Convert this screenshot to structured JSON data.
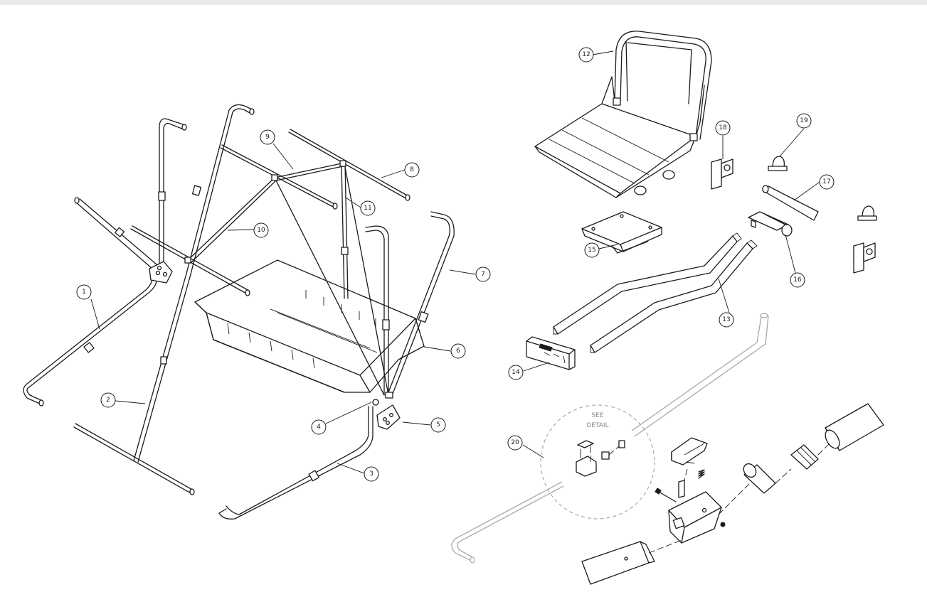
{
  "detail": {
    "line1": "SEE",
    "line2": "DETAIL"
  },
  "callouts": [
    {
      "id": "1",
      "label": "1"
    },
    {
      "id": "2",
      "label": "2"
    },
    {
      "id": "3",
      "label": "3"
    },
    {
      "id": "4",
      "label": "4"
    },
    {
      "id": "5",
      "label": "5"
    },
    {
      "id": "6",
      "label": "6"
    },
    {
      "id": "7",
      "label": "7"
    },
    {
      "id": "8",
      "label": "8"
    },
    {
      "id": "9",
      "label": "9"
    },
    {
      "id": "10",
      "label": "10"
    },
    {
      "id": "11",
      "label": "11"
    },
    {
      "id": "12",
      "label": "12"
    },
    {
      "id": "13",
      "label": "13"
    },
    {
      "id": "14",
      "label": "14"
    },
    {
      "id": "15",
      "label": "15"
    },
    {
      "id": "16",
      "label": "16"
    },
    {
      "id": "17",
      "label": "17"
    },
    {
      "id": "18",
      "label": "18"
    },
    {
      "id": "19",
      "label": "19"
    },
    {
      "id": "20",
      "label": "20"
    }
  ]
}
